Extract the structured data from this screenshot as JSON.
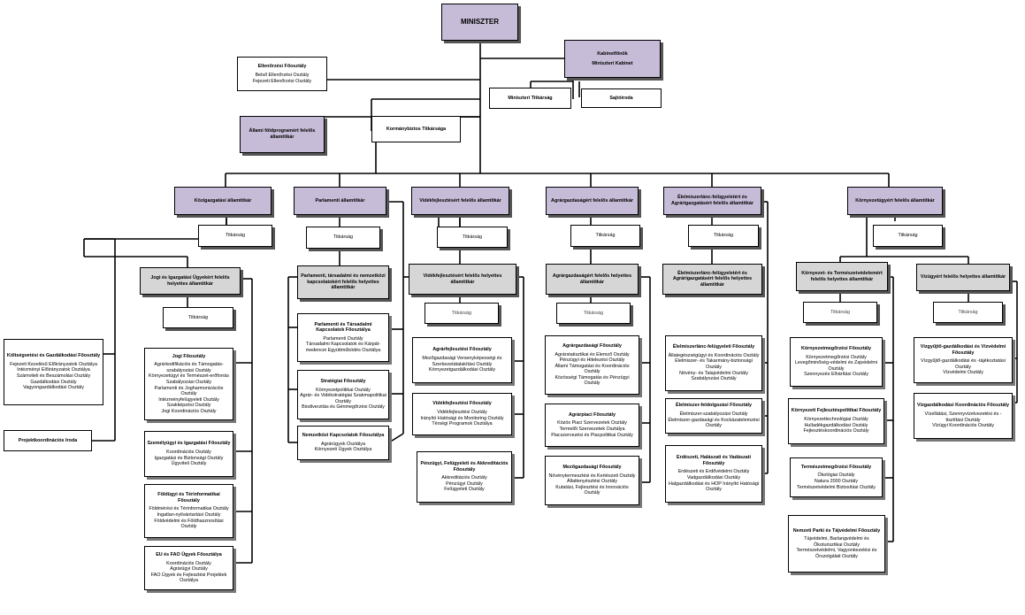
{
  "title": "MINISZTER",
  "kabinet": {
    "title": "Kabinetfőnök",
    "subtitle": "Miniszteri Kabinet"
  },
  "miniszteri_titkarsag": "Miniszteri Titkárság",
  "sajtoiroda": "Sajtóiroda",
  "ellenorzesi": {
    "title": "Ellenőrzési Főosztály",
    "items": [
      "Belső Ellenőrzési Osztály",
      "Fejezeti Ellenőrzési Osztály"
    ]
  },
  "foldprogram": "Állami földprogramért felelős államtitkár",
  "kormanybiztos": "Kormánybiztos Titkársága",
  "kolts": {
    "title": "Költségvetési és Gazdálkodási Főosztály",
    "items": [
      "Fejezeti Kezelésű Előirányzatok Osztálya",
      "Intézményi Előirányzatok Osztálya",
      "Számviteli és Beszámolási Osztály",
      "Gazdálkodási Osztály",
      "Vagyongazdálkodási Osztály"
    ]
  },
  "projekt": "Projektkoordinációs Iroda",
  "titkarsag": "Titkárság",
  "col1": {
    "state": "Közigazgatási államtitkár",
    "deputy": "Jogi és Igazgatási Ügyekért felelős helyettes államtitkár",
    "sections": [
      {
        "title": "Jogi Főosztály",
        "items": [
          "Agrárkodifikációs és Támogatás-szabályozási Osztály",
          "Környezetügyi és Természet-erőforrás Szabályozási Osztály",
          "Parlamenti és Jogharmonizációs Osztály",
          "Intézményfelügyeleti Osztály",
          "Szakképzési Osztály",
          "Jogi Koordinációs Osztály"
        ]
      },
      {
        "title": "Személyügyi és Igazgatási Főosztály",
        "items": [
          "Koordinációs Osztály",
          "Igazgatási és Biztonsági Osztály",
          "Ügyviteli Osztály"
        ]
      },
      {
        "title": "Földügyi és Térinformatikai Főosztály",
        "items": [
          "Földmérési és Térinformatikai Osztály",
          "Ingatlan-nyilvántartási Osztály",
          "Földvédelmi és Földhasznosítási Osztály"
        ]
      },
      {
        "title": "EU és FAO Ügyek Főosztálya",
        "items": [
          "Koordinációs Osztály",
          "Agrárügyi Osztály",
          "FAO Ügyek és Fejlesztési Projektek Osztálya"
        ]
      }
    ]
  },
  "col2": {
    "state": "Parlamenti államtitkár",
    "deputy": "Parlamenti, társadalmi és nemzetközi kapcsolatokért felelős helyettes államtitkár",
    "sections": [
      {
        "title": "Parlamenti és Társadalmi Kapcsolatok Főosztálya",
        "items": [
          "Parlamenti Osztály",
          "Társadalmi Kapcsolatok és Kárpát-medencei Együttműködés Osztálya"
        ]
      },
      {
        "title": "Stratégiai Főosztály",
        "items": [
          "Környezetpolitikai Osztály",
          "Agrár- és Vidékstratégiai Szakmapolitikai Osztály",
          "Biodiverzitás és Génmegőrzési Osztály"
        ]
      },
      {
        "title": "Nemzetközi Kapcsolatok Főosztálya",
        "items": [
          "Agrárügyek Osztálya",
          "Környezeti Ügyek Osztálya"
        ]
      }
    ]
  },
  "col3": {
    "state": "Vidékfejlesztésért felelős államtitkár",
    "deputy": "Vidékfejlesztésért felelős helyettes államtitkár",
    "sections": [
      {
        "title": "Agrárfejlesztési Főosztály",
        "items": [
          "Mezőgazdasági Versenyképességi és Szerkezetátalakítási Osztály",
          "Környezetgazdálkodási Osztály"
        ]
      },
      {
        "title": "Vidékfejlesztési Főosztály",
        "items": [
          "Vidékfejlesztési Osztály",
          "Irányító Hatósági és Monitoring Osztály",
          "Térségi Programok Osztálya"
        ]
      },
      {
        "title": "Pénzügyi, Felügyeleti és Akkreditációs Főosztály",
        "items": [
          "Akkreditációs Osztály",
          "Pénzügyi Osztály",
          "Felügyeleti Osztály"
        ]
      }
    ]
  },
  "col4": {
    "state": "Agrárgazdaságért felelős államtitkár",
    "deputy": "Agrárgazdaságért felelős helyettes államtitkár",
    "sections": [
      {
        "title": "Agrárgazdasági Főosztály",
        "items": [
          "Agrárstatisztikai és Elemző Osztály",
          "Pénzügyi és Hitelezési Osztály",
          "Állami Támogatási és Koordinációs Osztály",
          "Közösségi Támogatás és Pénzügyi Osztály"
        ]
      },
      {
        "title": "Agrárpiaci Főosztály",
        "items": [
          "Közös Piaci Szervezetek Osztály",
          "Termelői Szervezetek Osztálya",
          "Piacszervezési és Piacpolitikai Osztály"
        ]
      },
      {
        "title": "Mezőgazdasági Főosztály",
        "items": [
          "Növénytermesztési és Kertészeti Osztály",
          "Állattenyésztési Osztály",
          "Kutatási, Fejlesztési és Innovációs Osztály"
        ]
      }
    ]
  },
  "col5": {
    "state": "Élelmiszerlánc-felügyeletért és Agrárigazgatásért felelős államtitkár",
    "deputy": "Élelmiszerlánc-felügyeletért és Agrárigazgatásért felelős helyettes államtitkár",
    "sections": [
      {
        "title": "Élelmiszerlánc-felügyeleti Főosztály",
        "items": [
          "Állategészségügyi és Koordinációs Osztály",
          "Élelmiszer- és Takarmány-biztonsági Osztály",
          "Növény- és Talajvédelmi Osztály",
          "Szabályozási Osztály"
        ]
      },
      {
        "title": "Élelmiszer-feldolgozási Főosztály",
        "items": [
          "Élelmiszer-szabályozási Osztály",
          "Élelmiszer-gazdasági és Kockázatelemzési Osztály"
        ]
      },
      {
        "title": "Erdészeti, Halászati és Vadászati Főosztály",
        "items": [
          "Erdészeti és Erdővédelmi Osztály",
          "Vadgazdálkodási Osztály",
          "Halgazdálkodási és HOP Irányító Hatósági Osztály"
        ]
      }
    ]
  },
  "col6": {
    "state": "Környezetügyért felelős államtitkár",
    "deputy_a": "Környezet- és Természetvédelemért felelős helyettes államtitkár",
    "deputy_b": "Vízügyért felelős helyettes államtitkár",
    "sections_a": [
      {
        "title": "Környezetmegőrzési Főosztály",
        "items": [
          "Környezetmegőrzési Osztály",
          "Levegőminőség-védelmi és Zajvédelmi Osztály",
          "Szennyezés Elhárítási Osztály"
        ]
      },
      {
        "title": "Környezeti Fejlesztéspolitikai Főosztály",
        "items": [
          "Környezettechnológiai Osztály",
          "Hulladékgazdálkodási Osztály",
          "Fejlesztéskoordinációs Osztály"
        ]
      },
      {
        "title": "Természetmegőrzési Főosztály",
        "items": [
          "Ökológiai Osztály",
          "Natura 2000 Osztály",
          "Természetvédelmi Biztosítási Osztály"
        ]
      },
      {
        "title": "Nemzeti Parki és Tájvédelmi Főosztály",
        "items": [
          "Tájvédelmi, Barlangvédelmi és Ökoturisztikai Osztály",
          "Természetvédelmi, Vagyonkezelési és Őrszolgálati Osztály"
        ]
      }
    ],
    "sections_b": [
      {
        "title": "Vízgyűjtő-gazdálkodási és Vízvédelmi Főosztály",
        "items": [
          "Vízgyűjtő-gazdálkodási és -tájékoztatási Osztály",
          "Vízvédelmi Osztály"
        ]
      },
      {
        "title": "Vízgazdálkodási Koordinációs Főosztály",
        "items": [
          "Vízellátási, Szennyvízelvezetési és -tisztítási Osztály",
          "Vízügyi Koordinációs Osztály"
        ]
      }
    ]
  }
}
